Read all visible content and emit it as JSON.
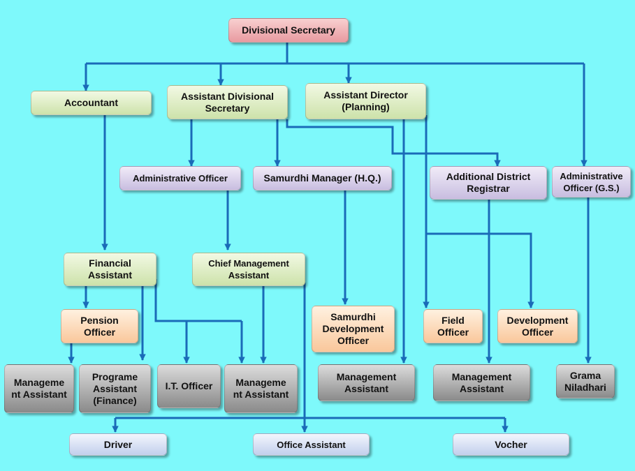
{
  "nodes": {
    "divisional_secretary": "Divisional Secretary",
    "accountant": "Accountant",
    "assistant_divisional_secretary": "Assistant Divisional Secretary",
    "assistant_director_planning": "Assistant Director (Planning)",
    "administrative_officer": "Administrative Officer",
    "samurdhi_manager": "Samurdhi Manager (H.Q.)",
    "additional_district_registrar": "Additional District Registrar",
    "administrative_officer_gs": "Administrative Officer (G.S.)",
    "financial_assistant": "Financial Assistant",
    "chief_management_assistant": "Chief Management Assistant",
    "pension_officer": "Pension Officer",
    "samurdhi_development_officer": "Samurdhi Development Officer",
    "field_officer": "Field Officer",
    "development_officer": "Development Officer",
    "management_assistant_1": "Manageme nt Assistant",
    "programe_assistant": "Programe Assistant (Finance)",
    "it_officer": "I.T. Officer",
    "management_assistant_2": "Manageme nt Assistant",
    "management_assistant_3": "Management Assistant",
    "management_assistant_4": "Management Assistant",
    "grama_niladhari": "Grama Niladhari",
    "driver": "Driver",
    "office_assistant": "Office Assistant",
    "vocher": "Vocher"
  },
  "colors": {
    "background": "#7ef9fb",
    "connector": "#1a6bb8"
  }
}
